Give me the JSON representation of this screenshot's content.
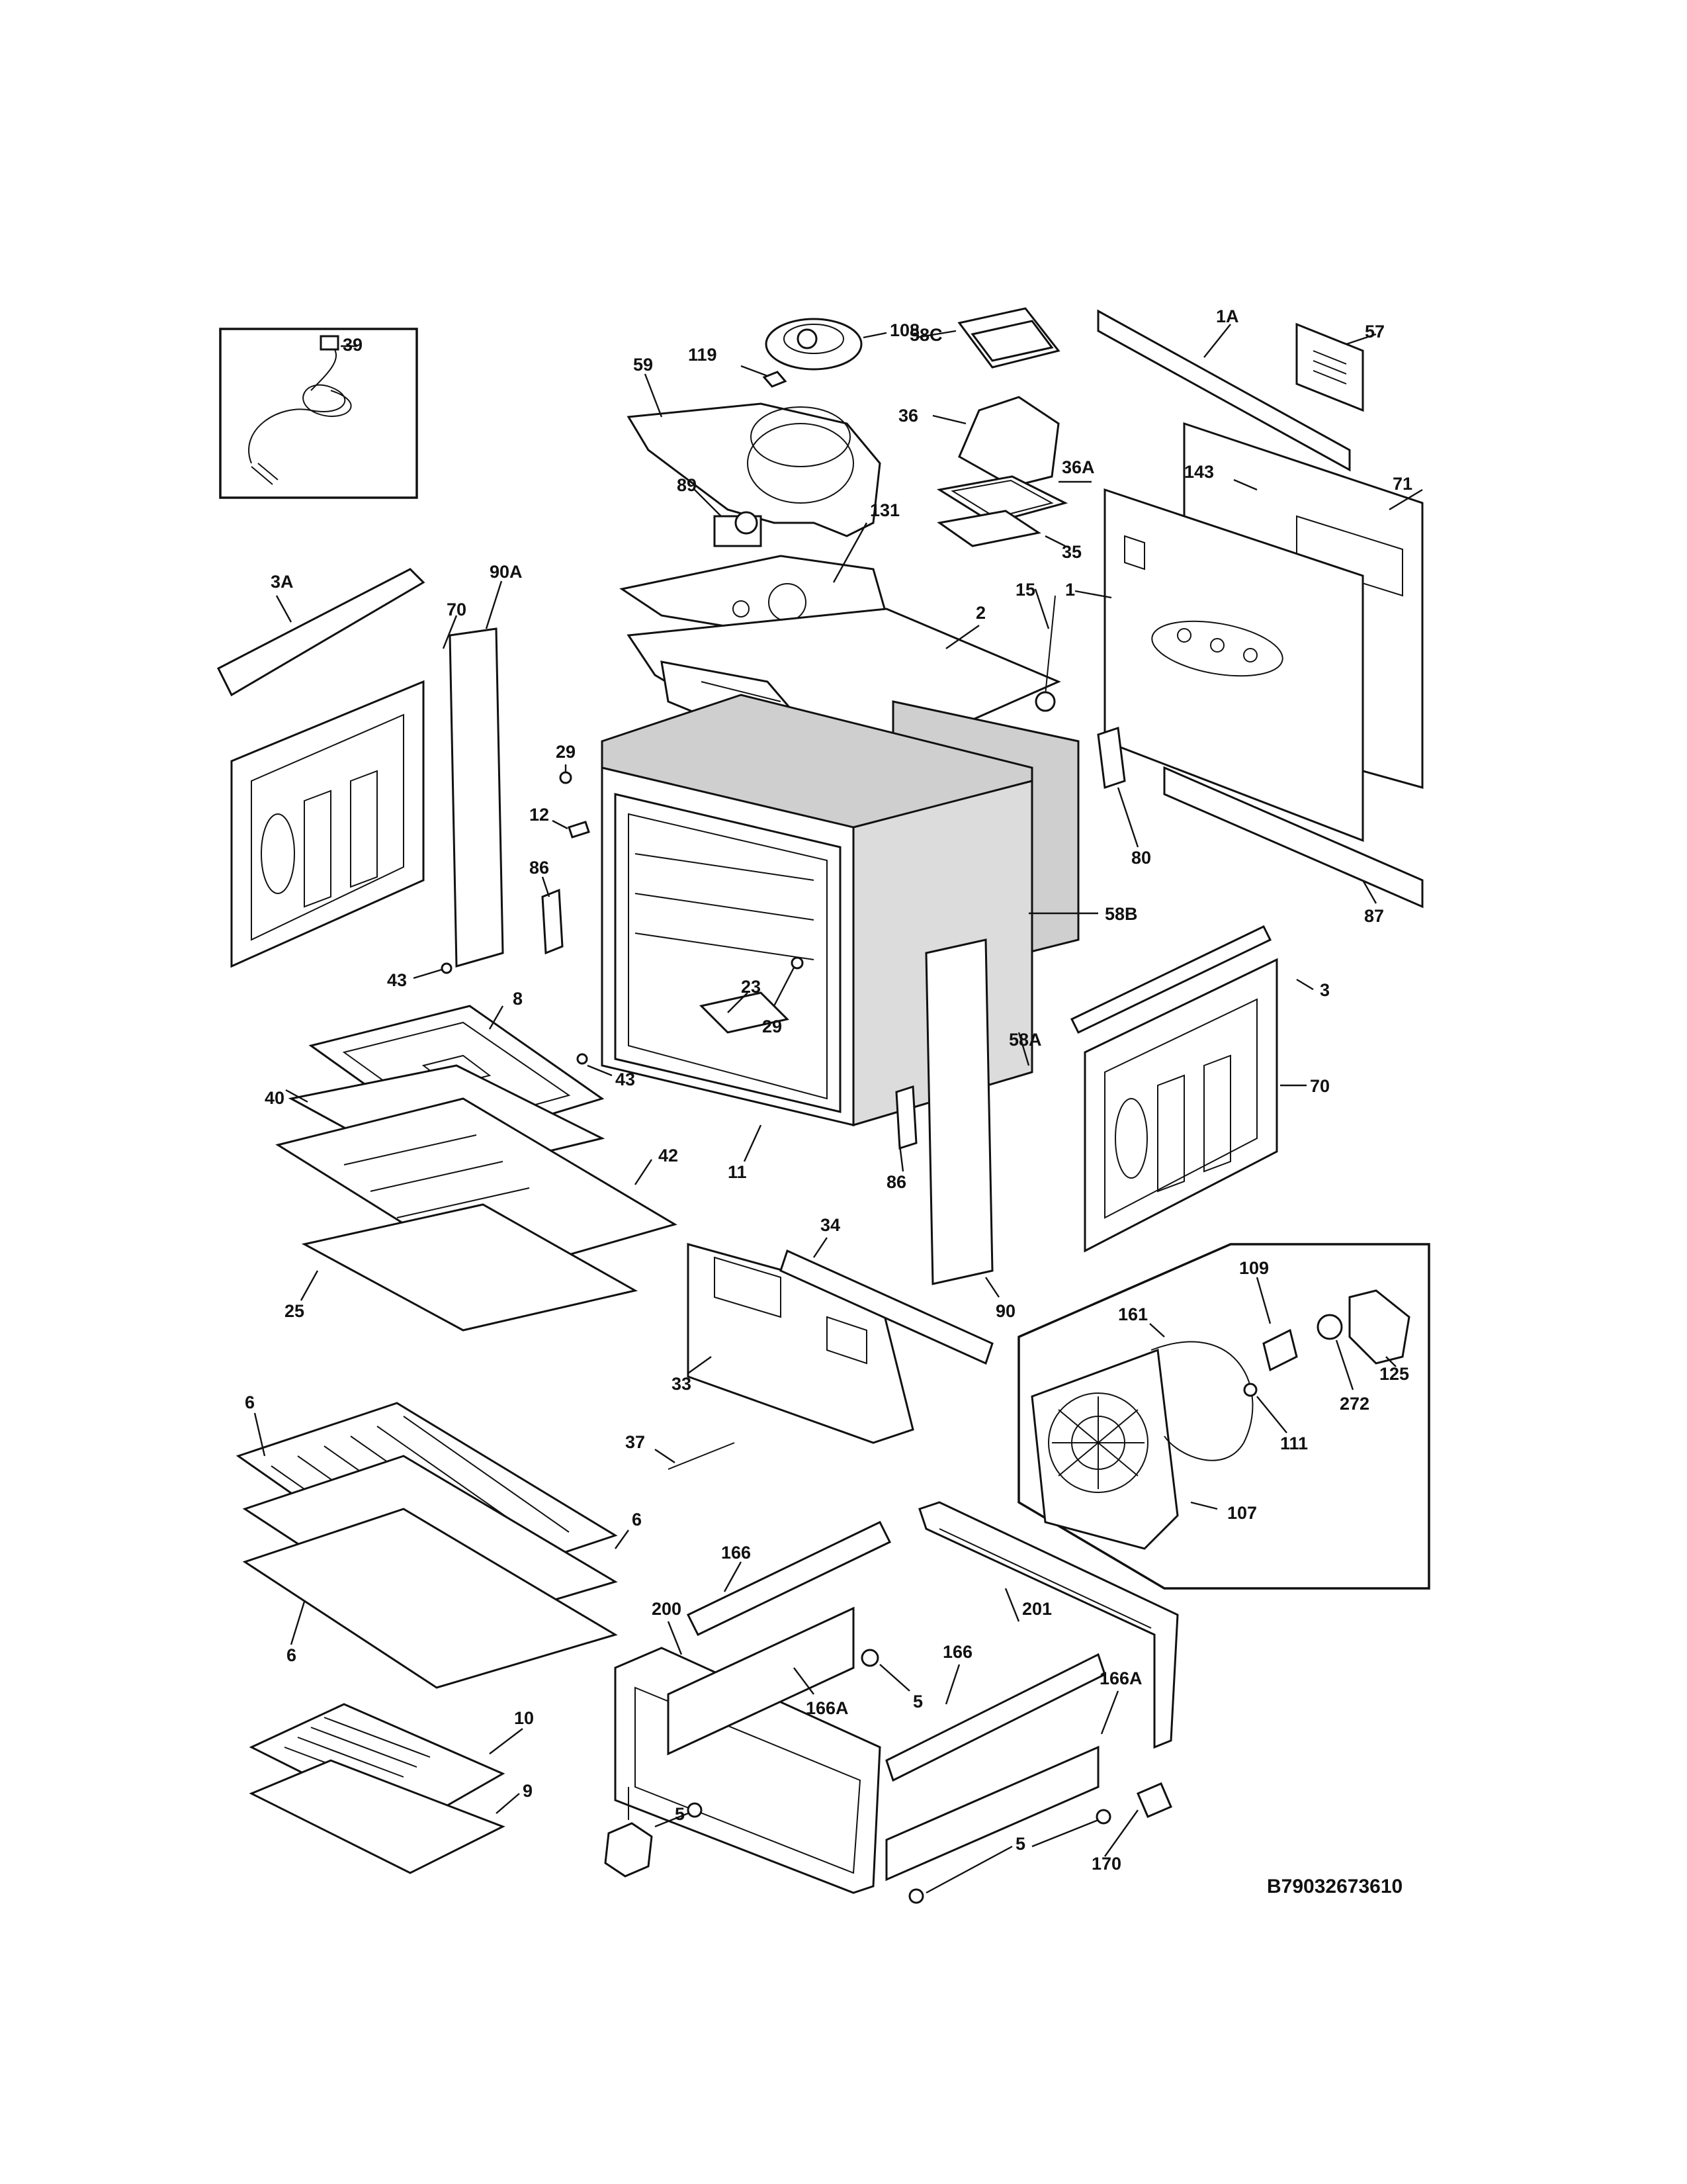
{
  "diagram": {
    "drawing_code": "B79032673610",
    "callouts": {
      "c39": "39",
      "c108": "108",
      "c119": "119",
      "c59": "59",
      "c58C": "58C",
      "c36": "36",
      "c36A": "36A",
      "c35": "35",
      "c1A": "1A",
      "c57": "57",
      "c143": "143",
      "c71": "71",
      "c89": "89",
      "c131": "131",
      "c3A": "3A",
      "c90A": "90A",
      "c70a": "70",
      "c2": "2",
      "c15": "15",
      "c1": "1",
      "c29a": "29",
      "c12": "12",
      "c86a": "86",
      "c80": "80",
      "c87": "87",
      "c58B": "58B",
      "c43a": "43",
      "c8": "8",
      "c23": "23",
      "c29b": "29",
      "c58A": "58A",
      "c3": "3",
      "c40": "40",
      "c43b": "43",
      "c42": "42",
      "c11": "11",
      "c86b": "86",
      "c70b": "70",
      "c34": "34",
      "c109": "109",
      "c25": "25",
      "c33": "33",
      "c90": "90",
      "c161": "161",
      "c125": "125",
      "c111": "111",
      "c272": "272",
      "c6a": "6",
      "c37": "37",
      "c107": "107",
      "c6b": "6",
      "c166a": "166",
      "c200": "200",
      "c201": "201",
      "c6c": "6",
      "c166b": "166",
      "c5a": "5",
      "c166A1": "166A",
      "c166A2": "166A",
      "c10": "10",
      "c9": "9",
      "c5b": "5",
      "c5c": "5",
      "c170": "170"
    }
  }
}
